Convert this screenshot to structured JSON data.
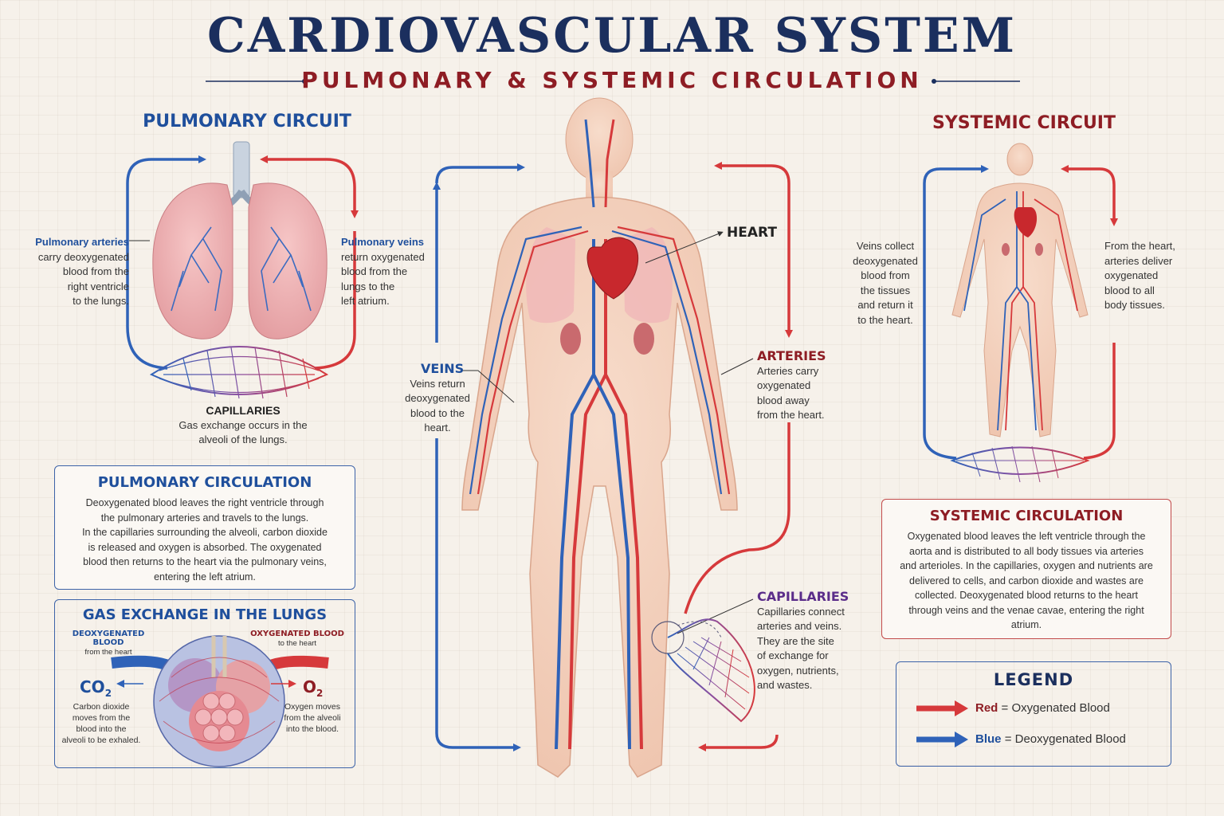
{
  "header": {
    "title": "CARDIOVASCULAR SYSTEM",
    "subtitle": "PULMONARY & SYSTEMIC CIRCULATION"
  },
  "pulmonary_circuit": {
    "heading": "PULMONARY CIRCUIT",
    "arteries_title": "Pulmonary arteries",
    "arteries_lines": [
      "carry deoxygenated",
      "blood from the",
      "right ventricle",
      "to the lungs."
    ],
    "veins_title": "Pulmonary veins",
    "veins_lines": [
      "return oxygenated",
      "blood from the",
      "lungs to the",
      "left atrium."
    ],
    "capillaries_title": "CAPILLARIES",
    "capillaries_lines": [
      "Gas exchange occurs in the",
      "alveoli of the lungs."
    ]
  },
  "pulmonary_circulation": {
    "heading": "PULMONARY CIRCULATION",
    "lines": [
      "Deoxygenated blood leaves the right ventricle through",
      "the pulmonary arteries and travels to the lungs.",
      "In the capillaries surrounding the alveoli, carbon dioxide",
      "is released and oxygen is absorbed. The oxygenated",
      "blood then returns to the heart via the pulmonary veins,",
      "entering the left atrium."
    ]
  },
  "gas_exchange": {
    "heading": "GAS EXCHANGE IN THE LUNGS",
    "deoxy_label": "DEOXYGENATED BLOOD",
    "deoxy_sub": "from the heart",
    "oxy_label": "OXYGENATED BLOOD",
    "oxy_sub": "to the heart",
    "co2": "CO",
    "co2_sub": "2",
    "co2_lines": [
      "Carbon dioxide",
      "moves from the",
      "blood into the",
      "alveoli to be exhaled."
    ],
    "o2": "O",
    "o2_sub": "2",
    "o2_lines": [
      "Oxygen moves",
      "from the alveoli",
      "into the blood."
    ]
  },
  "body": {
    "heart_label": "HEART",
    "veins_title": "VEINS",
    "veins_lines": [
      "Veins return",
      "deoxygenated",
      "blood to the",
      "heart."
    ],
    "arteries_title": "ARTERIES",
    "arteries_lines": [
      "Arteries carry",
      "oxygenated",
      "blood away",
      "from the heart."
    ],
    "capillaries_title": "CAPILLARIES",
    "capillaries_lines": [
      "Capillaries connect",
      "arteries and veins.",
      "They are the site",
      "of exchange for",
      "oxygen, nutrients,",
      "and wastes."
    ]
  },
  "systemic_circuit": {
    "heading": "SYSTEMIC CIRCUIT",
    "veins_lines": [
      "Veins collect",
      "deoxygenated",
      "blood from",
      "the tissues",
      "and return it",
      "to the heart."
    ],
    "arteries_lines": [
      "From the heart,",
      "arteries deliver",
      "oxygenated",
      "blood to all",
      "body tissues."
    ]
  },
  "systemic_circulation": {
    "heading": "SYSTEMIC CIRCULATION",
    "lines": [
      "Oxygenated blood leaves the left ventricle through the",
      "aorta and is distributed to all body tissues via arteries",
      "and arterioles. In the capillaries, oxygen and nutrients are",
      "delivered to cells, and carbon dioxide and wastes are",
      "collected. Deoxygenated blood returns to the heart",
      "through veins and the venae cavae, entering the right",
      "atrium."
    ]
  },
  "legend": {
    "heading": "LEGEND",
    "red_key": "Red",
    "red_text": "= Oxygenated Blood",
    "blue_key": "Blue",
    "blue_text": "= Deoxygenated Blood"
  },
  "colors": {
    "oxygenated": "#d6393b",
    "deoxygenated": "#2f62b8",
    "title_navy": "#1b2f5e",
    "subtitle_red": "#8e1d24"
  }
}
